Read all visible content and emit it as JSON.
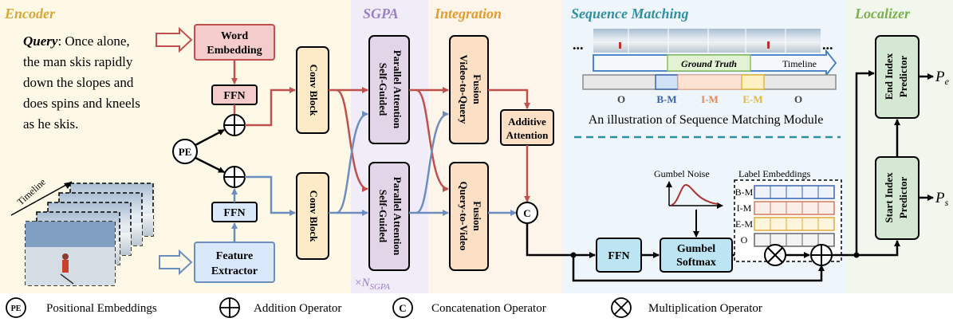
{
  "sections": {
    "encoder": "Encoder",
    "sgpa": "SGPA",
    "integration": "Integration",
    "sequence_matching": "Sequence Matching",
    "localizer": "Localizer"
  },
  "query": {
    "label": "Query",
    "line1": ": Once alone,",
    "line2": "the man skis rapidly",
    "line3": "down the slopes and",
    "line4": "does spins and kneels",
    "line5": "as he skis."
  },
  "blocks": {
    "word_emb_1": "Word",
    "word_emb_2": "Embedding",
    "ffn": "FFN",
    "pe": "PE",
    "feat_1": "Feature",
    "feat_2": "Extractor",
    "conv": "Conv Block",
    "sgpa_1": "Self-Guided",
    "sgpa_2": "Parallel Attention",
    "v2q_1": "Video-to-Query",
    "v2q_2": "Fusion",
    "q2v_1": "Query-to-Video",
    "q2v_2": "Fusion",
    "add_att_1": "Additive",
    "add_att_2": "Attention",
    "concat": "C",
    "gumbel_1": "Gumbel",
    "gumbel_2": "Softmax",
    "end_1": "End Index",
    "end_2": "Predictor",
    "start_1": "Start Index",
    "start_2": "Predictor",
    "timeline": "Timeline",
    "n_sgpa_times": "×",
    "n_sgpa_n": "N",
    "n_sgpa_sub": "SGPA"
  },
  "outputs": {
    "pe_main": "P",
    "pe_sub": "e",
    "ps_main": "P",
    "ps_sub": "s"
  },
  "seqmatch": {
    "dots_left": "...",
    "dots_right": "...",
    "ground_truth": "Ground Truth",
    "timeline": "Timeline",
    "labels": [
      "O",
      "B-M",
      "I-M",
      "E-M",
      "O"
    ],
    "caption": "An illustration of Sequence Matching Module",
    "gumbel_noise": "Gumbel Noise",
    "label_embeddings": "Label Embeddings",
    "emb_rows": [
      "B-M",
      "I-M",
      "E-M",
      "O"
    ]
  },
  "legend": {
    "pe_sym": "PE",
    "pe_text": "Positional Embeddings",
    "add_text": "Addition Operator",
    "c_sym": "C",
    "c_text": "Concatenation Operator",
    "mul_text": "Multiplication Operator"
  },
  "colors": {
    "query_red": "#c0504d",
    "video_blue": "#6c8ebf",
    "encoder_bg": "#fdf9e6",
    "sgpa_bg": "#f0ecf8",
    "integration_bg": "#fdf5ea",
    "seq_bg": "#eef6fb",
    "loc_bg": "#f1f7ec",
    "sec_encoder": "#d8a53a",
    "sec_sgpa": "#9b7fc6",
    "sec_integration": "#e59a2c",
    "sec_seq": "#2f8fa0",
    "sec_loc": "#7ab04e"
  }
}
